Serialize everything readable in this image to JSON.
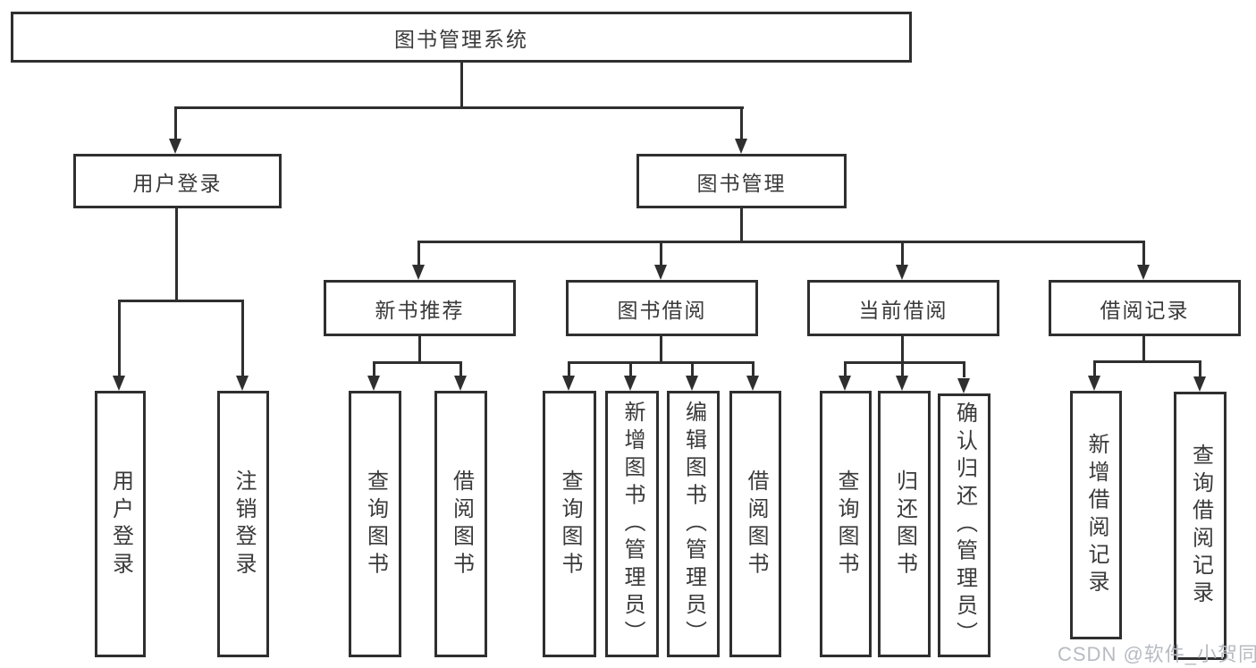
{
  "diagram": {
    "title_node": {
      "label": "图书管理系统"
    },
    "level2": [
      {
        "label": "用户登录"
      },
      {
        "label": "图书管理"
      }
    ],
    "level3": [
      {
        "label": "新书推荐",
        "parent": "图书管理"
      },
      {
        "label": "图书借阅",
        "parent": "图书管理"
      },
      {
        "label": "当前借阅",
        "parent": "图书管理"
      },
      {
        "label": "借阅记录",
        "parent": "图书管理"
      }
    ],
    "leaves": [
      {
        "label": "用户登录",
        "parent": "用户登录"
      },
      {
        "label": "注销登录",
        "parent": "用户登录"
      },
      {
        "label": "查询图书",
        "parent": "新书推荐"
      },
      {
        "label": "借阅图书",
        "parent": "新书推荐"
      },
      {
        "label": "查询图书",
        "parent": "图书借阅"
      },
      {
        "label": "新增图书（管理员）",
        "parent": "图书借阅"
      },
      {
        "label": "编辑图书（管理员）",
        "parent": "图书借阅"
      },
      {
        "label": "借阅图书",
        "parent": "图书借阅"
      },
      {
        "label": "查询图书",
        "parent": "当前借阅"
      },
      {
        "label": "归还图书",
        "parent": "当前借阅"
      },
      {
        "label": "确认归还（管理员）",
        "parent": "当前借阅"
      },
      {
        "label": "新增借阅记录",
        "parent": "借阅记录"
      },
      {
        "label": "查询借阅记录",
        "parent": "借阅记录"
      }
    ],
    "watermark": "CSDN @软件_小贺同学",
    "colors": {
      "line": "#2f2f2f",
      "border": "#2f2f2f",
      "text": "#3a3a3a",
      "background": "#ffffff",
      "watermark": "#b7bbc2"
    }
  }
}
